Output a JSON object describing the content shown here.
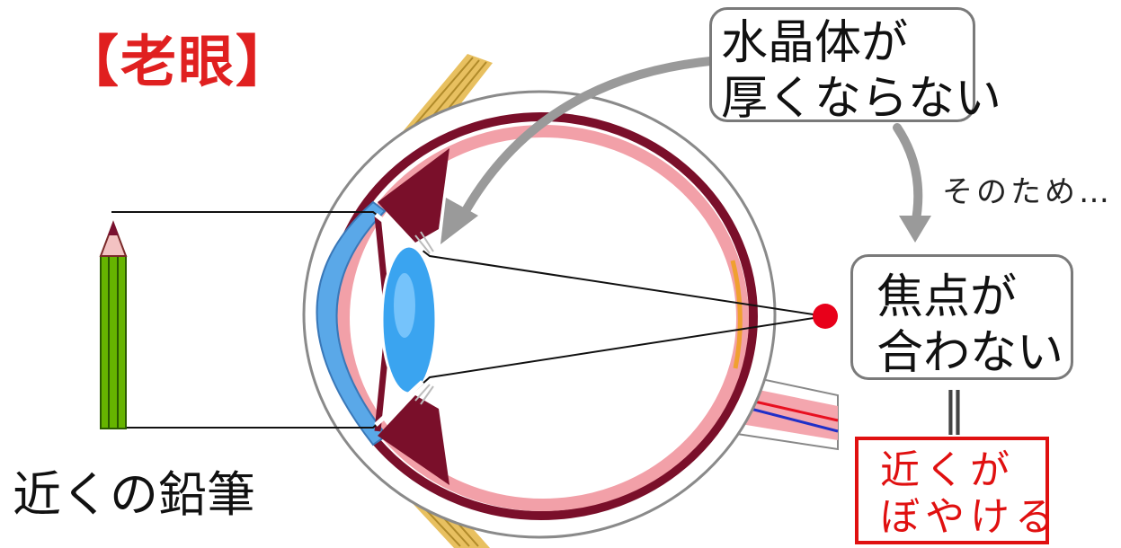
{
  "title": "【老眼】",
  "callout_lens": {
    "line1": "水晶体が",
    "line2": "厚くならない"
  },
  "connector_text": "そのため…",
  "callout_focus": {
    "line1": "焦点が",
    "line2": "合わない"
  },
  "equals_mark": "‖",
  "result": {
    "line1": "近くが",
    "line2": "ぼやける"
  },
  "pencil_label": "近くの鉛筆",
  "colors": {
    "title": "#e02020",
    "result": "#e01010",
    "cornea": "#5aa8e8",
    "choroid": "#7a0f2a",
    "retina_pink": "#f2a0a8",
    "lens": "#3aa4f0",
    "focal_point": "#e8001a",
    "pencil_body": "#66b400",
    "arrow_gray": "#9a9a9a"
  }
}
